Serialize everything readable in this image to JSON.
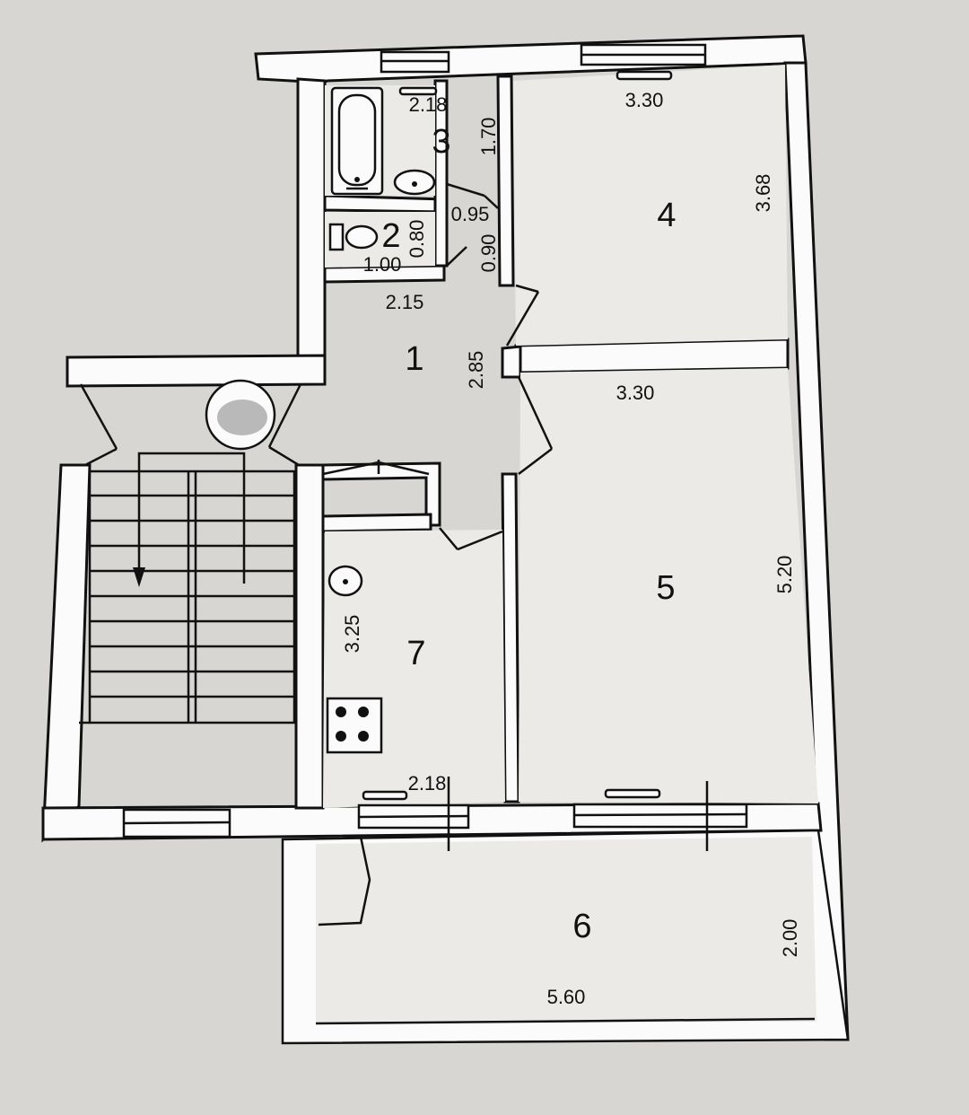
{
  "rooms": [
    {
      "number": "1"
    },
    {
      "number": "2"
    },
    {
      "number": "3"
    },
    {
      "number": "4"
    },
    {
      "number": "5"
    },
    {
      "number": "6"
    },
    {
      "number": "7"
    }
  ],
  "dimensions": {
    "room3_width": "2.18",
    "room3_depth": "1.70",
    "room2_width": "1.00",
    "room2_depth": "0.80",
    "corridor_door": "0.95",
    "corridor_niche": "0.90",
    "room1_width": "2.15",
    "room1_depth": "2.85",
    "room4_width": "3.30",
    "room4_depth": "3.68",
    "room5_width": "3.30",
    "room5_depth": "5.20",
    "room7_width": "2.18",
    "room7_depth": "3.25",
    "room6_width": "5.60",
    "room6_depth": "2.00"
  }
}
